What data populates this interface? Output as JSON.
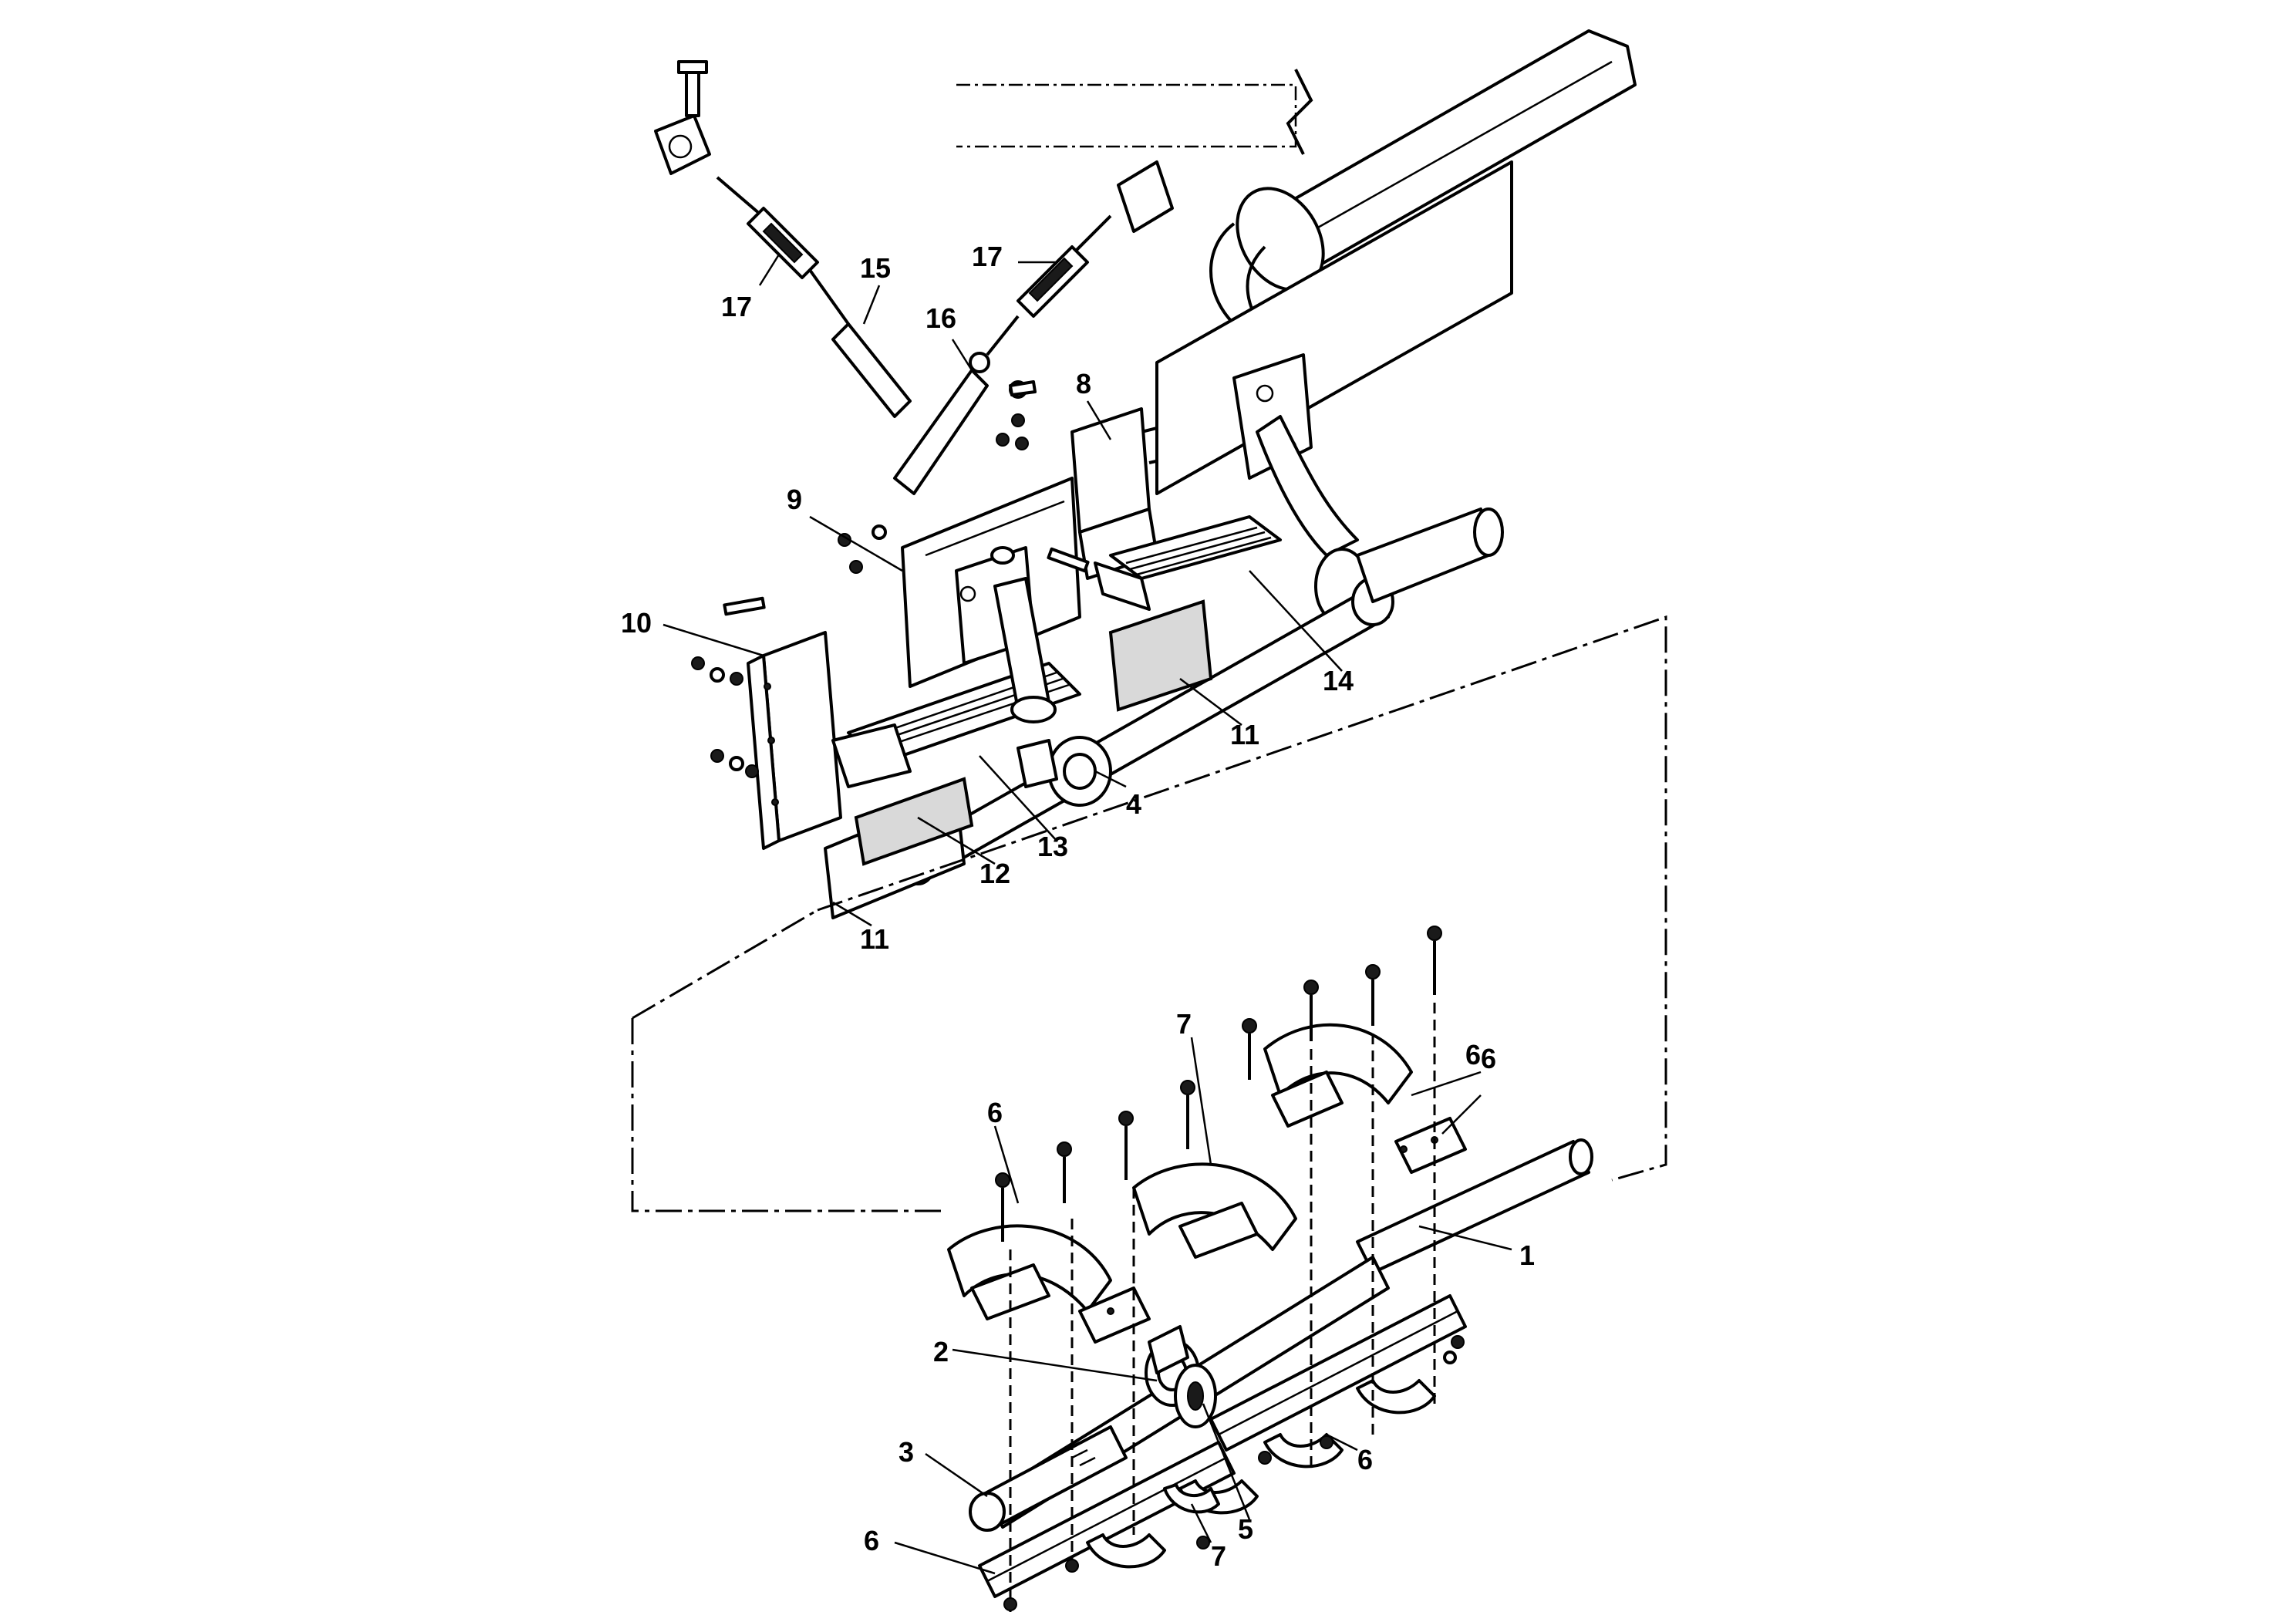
{
  "diagram": {
    "callouts": [
      {
        "id": "c17a",
        "label": "17"
      },
      {
        "id": "c15",
        "label": "15"
      },
      {
        "id": "c17b",
        "label": "17"
      },
      {
        "id": "c16",
        "label": "16"
      },
      {
        "id": "c8",
        "label": "8"
      },
      {
        "id": "c9",
        "label": "9"
      },
      {
        "id": "c10",
        "label": "10"
      },
      {
        "id": "c14",
        "label": "14"
      },
      {
        "id": "c11a",
        "label": "11"
      },
      {
        "id": "c4",
        "label": "4"
      },
      {
        "id": "c13",
        "label": "13"
      },
      {
        "id": "c12",
        "label": "12"
      },
      {
        "id": "c11b",
        "label": "11"
      },
      {
        "id": "c7a",
        "label": "7"
      },
      {
        "id": "c6a",
        "label": "6"
      },
      {
        "id": "c6b",
        "label": "6"
      },
      {
        "id": "c6c",
        "label": "6"
      },
      {
        "id": "c1",
        "label": "1"
      },
      {
        "id": "c2",
        "label": "2"
      },
      {
        "id": "c3",
        "label": "3"
      },
      {
        "id": "c6d",
        "label": "6"
      },
      {
        "id": "c5",
        "label": "5"
      },
      {
        "id": "c6e",
        "label": "6"
      },
      {
        "id": "c7b",
        "label": "7"
      }
    ]
  }
}
